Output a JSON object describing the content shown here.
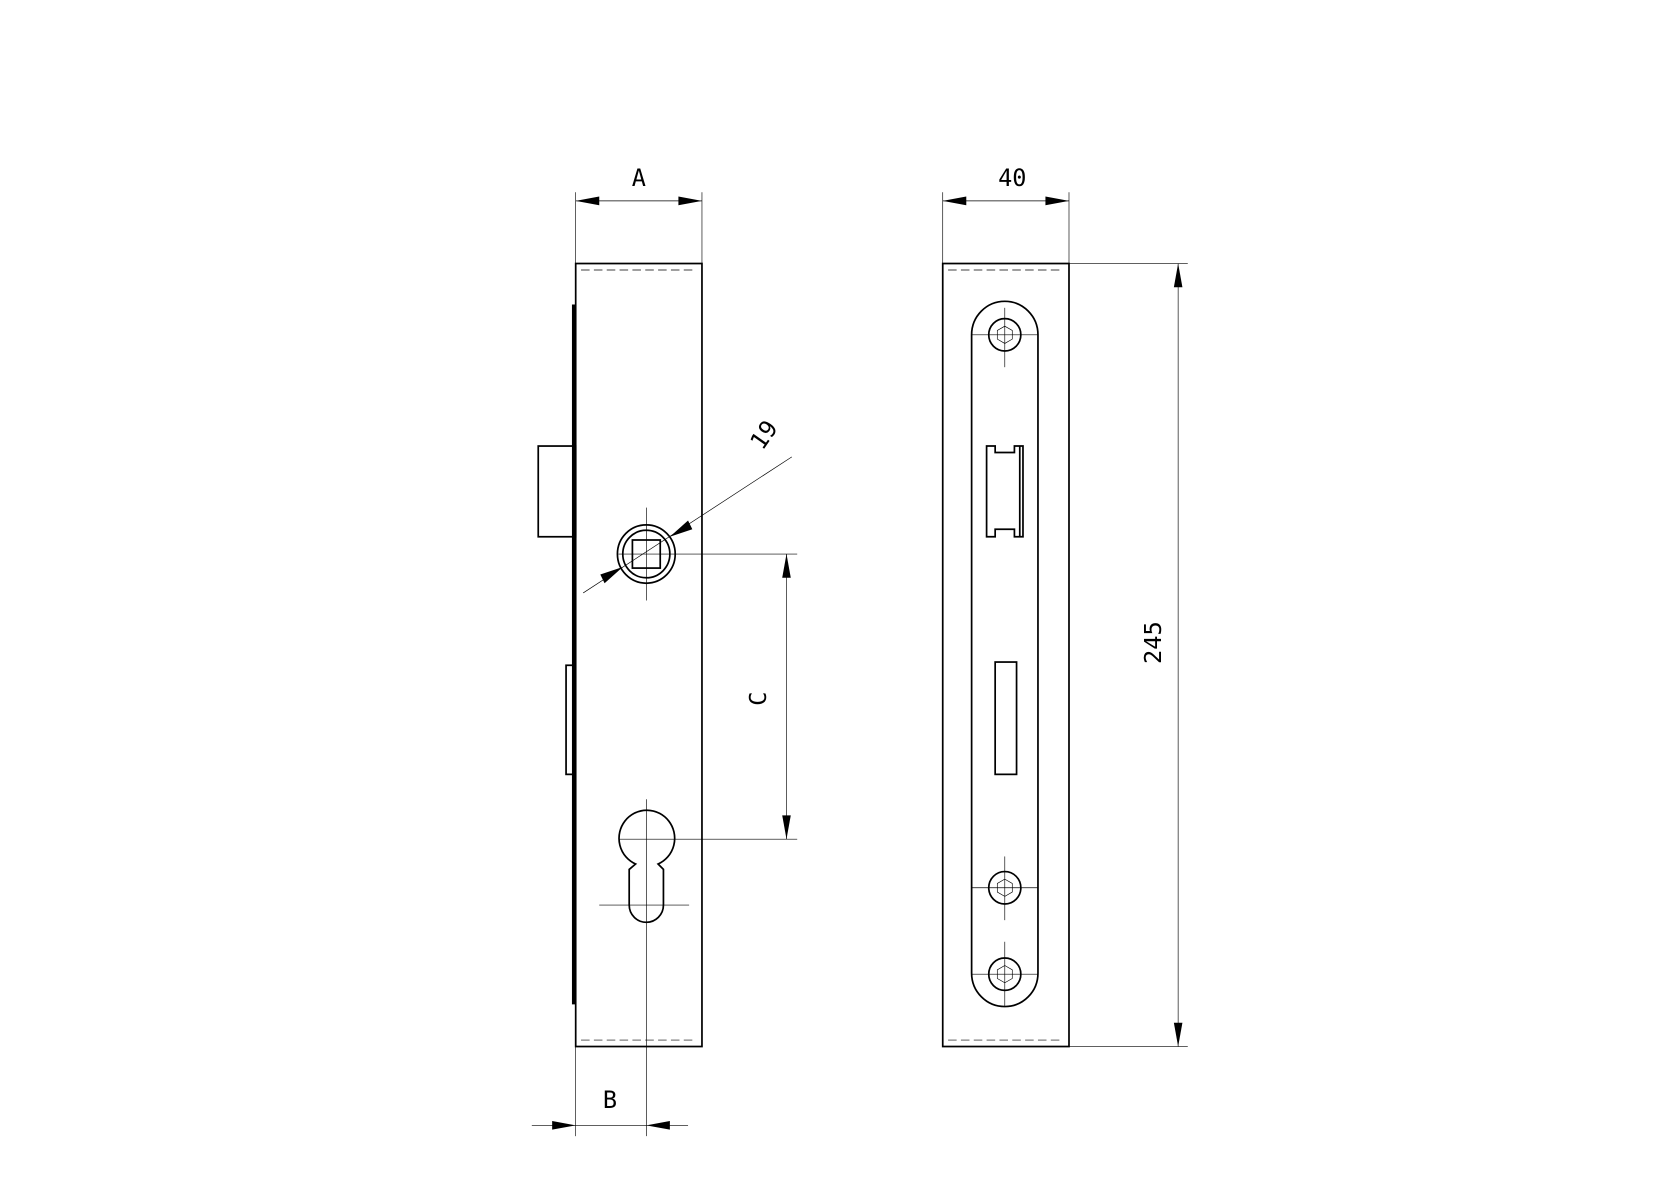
{
  "drawing": {
    "left_view": {
      "dim_width_label": "A",
      "dim_follower_diameter_label": "19",
      "dim_center_distance_label": "C",
      "dim_backset_label": "B"
    },
    "right_view": {
      "dim_width_label": "40",
      "dim_height_label": "245"
    },
    "line_color": "#000000",
    "background_color": "#ffffff"
  }
}
